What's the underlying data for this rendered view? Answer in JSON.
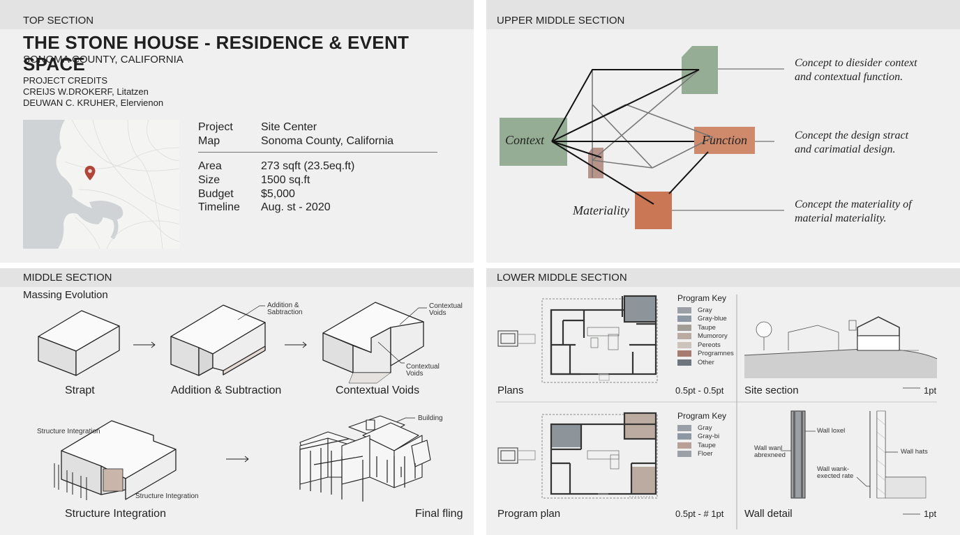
{
  "top": {
    "header": "TOP SECTION",
    "title": "THE STONE HOUSE - RESIDENCE & EVENT SPACE",
    "location": "SONOMA COUNTY, CALIFORNIA",
    "credits_heading": "PROJECT CREDITS",
    "credit_1": "CREIJS W.DROKERF, Litatzen",
    "credit_2": "DEUWAN C. KRUHER, Elervienon",
    "info": [
      {
        "label": "Project",
        "value": "Site Center"
      },
      {
        "label": "Map",
        "value": "Sonoma County, California"
      }
    ],
    "stats": [
      {
        "label": "Area",
        "value": "273 sqft (23.5eq.ft)"
      },
      {
        "label": "Size",
        "value": "1500 sq.ft"
      },
      {
        "label": "Budget",
        "value": "$5,000"
      },
      {
        "label": "Timeline",
        "value": "Aug. st - 2020"
      }
    ]
  },
  "upper_middle": {
    "header": "UPPER MIDDLE SECTION",
    "context_label": "Context",
    "function_label": "Function",
    "materiality_label": "Materiality",
    "note_1": [
      "Concept to diesider context",
      "and contextual function."
    ],
    "note_2": [
      "Concept the design stract",
      "and carimatial design."
    ],
    "note_3": [
      "Concept the materiality of",
      "material materiality."
    ],
    "colors": {
      "sage": "#95ad94",
      "terracotta": "#cf8a6b",
      "rust": "#c97755",
      "mauve": "#b89389"
    }
  },
  "middle": {
    "header": "MIDDLE SECTION",
    "title": "Massing Evolution",
    "step_1": "Strapt",
    "step_2": "Addition & Subtraction",
    "step_3": "Contextual Voids",
    "step_4": "Structure Integration",
    "step_5": "Final fling",
    "ann_addition": [
      "Addition &",
      "Sabtraction"
    ],
    "ann_voids_top": [
      "Contextual",
      "Voids"
    ],
    "ann_voids_bottom": [
      "Contextual",
      "Voids"
    ],
    "ann_structure_top": "Structure Integration",
    "ann_structure_bottom": "Structure Integration",
    "ann_building": "Building"
  },
  "lower_middle": {
    "header": "LOWER MIDDLE SECTION",
    "plans_label": "Plans",
    "plans_scale": "0.5pt - 0.5pt",
    "site_label": "Site section",
    "site_scale": "1pt",
    "program_label": "Program plan",
    "program_scale": "0.5pt - # 1pt",
    "wall_label": "Wall detail",
    "wall_scale": "1pt",
    "key_title": "Program Key",
    "key_1": [
      {
        "name": "Gray",
        "color": "#9aa0a6"
      },
      {
        "name": "Gray-blue",
        "color": "#8e98a3"
      },
      {
        "name": "Taupe",
        "color": "#a39d98"
      },
      {
        "name": "Mumorory",
        "color": "#b9aaa2"
      },
      {
        "name": "Pereots",
        "color": "#cdc3bd"
      },
      {
        "name": "Programnes",
        "color": "#a67c70"
      },
      {
        "name": "Other",
        "color": "#6e757c"
      }
    ],
    "key_2": [
      {
        "name": "Gray",
        "color": "#9aa0a6"
      },
      {
        "name": "Gray-bi",
        "color": "#8e98a3"
      },
      {
        "name": "Taupe",
        "color": "#b9a096"
      },
      {
        "name": "Floer",
        "color": "#9aa0a6"
      }
    ],
    "wall_ann_1": "Wall loxel",
    "wall_ann_2": [
      "Wall wanl",
      "abrexneed"
    ],
    "wall_ann_3": "Wall hats",
    "wall_ann_4": [
      "Wall wank-",
      "exected rate"
    ]
  }
}
